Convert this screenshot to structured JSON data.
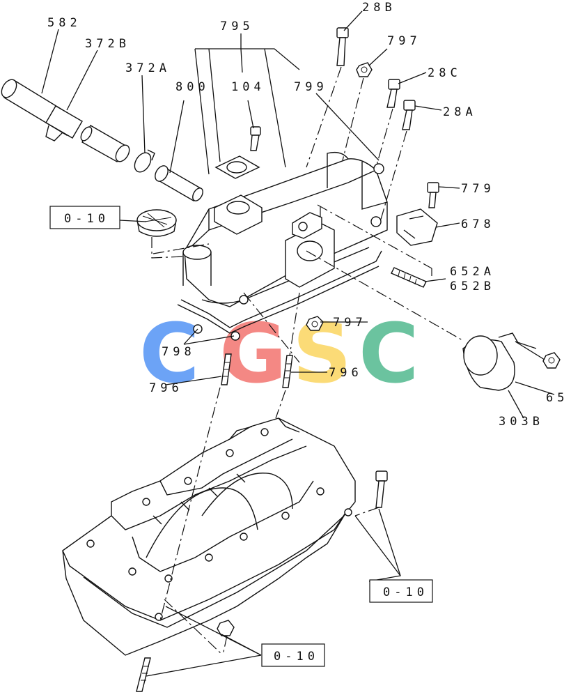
{
  "labels": {
    "l582": "582",
    "l372b": "372B",
    "l372a": "372A",
    "l795": "795",
    "l800": "800",
    "l104": "104",
    "l799": "799",
    "l28b": "28B",
    "l797a": "797",
    "l28c": "28C",
    "l28a": "28A",
    "l779": "779",
    "l678": "678",
    "l652a": "652A",
    "l652b": "652B",
    "l797b": "797",
    "l796a": "796",
    "l796b": "796",
    "l798": "798",
    "l65": "65",
    "l303b": "303B",
    "ref1": "0-10",
    "ref2": "0-10",
    "ref3": "0-10"
  },
  "watermark": {
    "letters": [
      "C",
      "G",
      "S",
      "C"
    ],
    "colors": [
      "#4d8ff5",
      "#f26f6a",
      "#fbd45a",
      "#4bb68a"
    ]
  }
}
